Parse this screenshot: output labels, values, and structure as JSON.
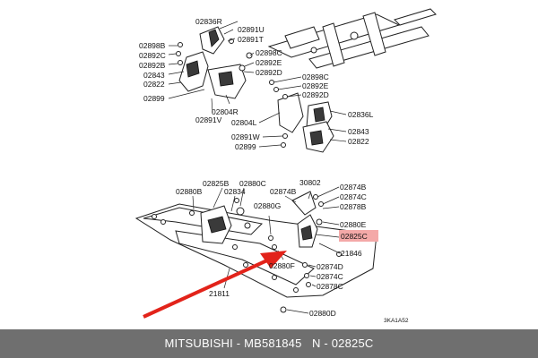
{
  "caption": {
    "brand": "MITSUBISHI",
    "sep1": " - ",
    "part_number": "MB581845",
    "sep2": "   N - ",
    "ref": "02825C"
  },
  "diagram_code": "3KA1A52",
  "highlight": {
    "label": "02825C",
    "color": "#f4a9a8",
    "arrow_color": "#e2231a"
  },
  "labels": {
    "l02836R": "02836R",
    "l02891U": "02891U",
    "l02891T": "02891T",
    "l02898B": "02898B",
    "l02892C_a": "02892C",
    "l02892B": "02892B",
    "l02843_a": "02843",
    "l02822_a": "02822",
    "l02899_a": "02899",
    "l02898C": "02898C",
    "l02892E": "02892E",
    "l02892D": "02892D",
    "l02804R": "02804R",
    "l02891V": "02891V",
    "l02898C_b": "02898C",
    "l02892E_b": "02892E",
    "l02892D_b": "02892D",
    "l02836L": "02836L",
    "l02804L": "02804L",
    "l02843_b": "02843",
    "l02891W": "02891W",
    "l02822_b": "02822",
    "l02899_b": "02899",
    "l02825B": "02825B",
    "l02880C": "02880C",
    "l02880B": "02880B",
    "l02834": "02834",
    "l02874B_a": "02874B",
    "l30802": "30802",
    "l02880G": "02880G",
    "l02874B_b": "02874B",
    "l02874C_a": "02874C",
    "l02878B": "02878B",
    "l02880E": "02880E",
    "l21846": "21846",
    "l02880F": "02880F",
    "l02874D": "02874D",
    "l02874C_b": "02874C",
    "l02878C": "02878C",
    "l21811": "21811",
    "l02880D": "02880D"
  }
}
